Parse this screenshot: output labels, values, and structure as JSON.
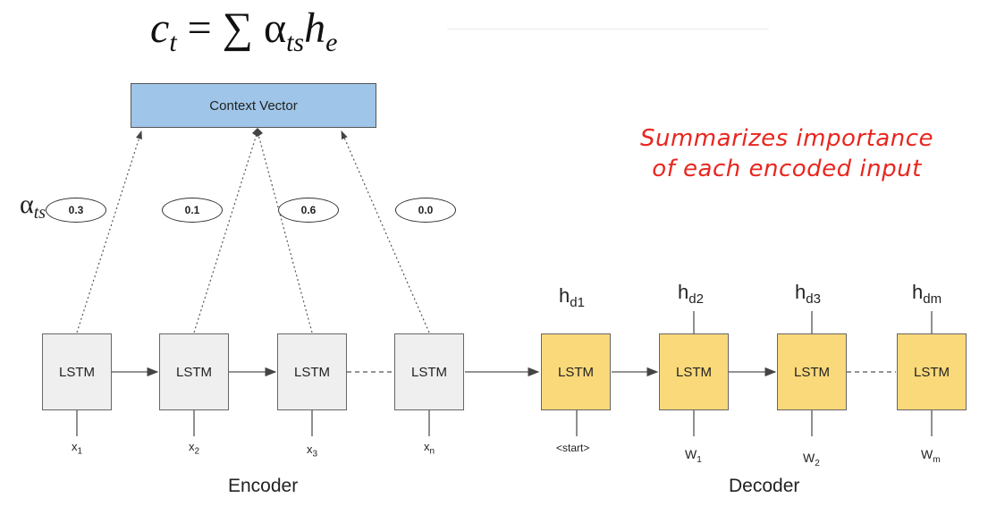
{
  "formula": {
    "lhs": "c",
    "lhs_sub": "t",
    "eq": "= ∑ α",
    "alpha_sub": "ts",
    "h": "h",
    "h_sub": "e"
  },
  "context_vector": {
    "label": "Context Vector"
  },
  "alpha_label": {
    "symbol": "α",
    "sub": "ts"
  },
  "weights": [
    "0.3",
    "0.1",
    "0.6",
    "0.0"
  ],
  "encoder": {
    "cells": [
      "LSTM",
      "LSTM",
      "LSTM",
      "LSTM"
    ],
    "inputs": [
      {
        "base": "x",
        "sub": "1"
      },
      {
        "base": "x",
        "sub": "2"
      },
      {
        "base": "x",
        "sub": "3"
      },
      {
        "base": "x",
        "sub": "n"
      }
    ],
    "label": "Encoder"
  },
  "decoder": {
    "cells": [
      "LSTM",
      "LSTM",
      "LSTM",
      "LSTM"
    ],
    "inputs": [
      {
        "base": "<start>",
        "sub": ""
      },
      {
        "base": "W",
        "sub": "1"
      },
      {
        "base": "W",
        "sub": "2"
      },
      {
        "base": "W",
        "sub": "m"
      }
    ],
    "outputs": [
      {
        "base": "h",
        "sub": "d1"
      },
      {
        "base": "h",
        "sub": "d2"
      },
      {
        "base": "h",
        "sub": "d3"
      },
      {
        "base": "h",
        "sub": "dm"
      }
    ],
    "label": "Decoder"
  },
  "annotation": {
    "line1": "Summarizes importance",
    "line2": "of each encoded input"
  },
  "colors": {
    "context_fill": "#9fc5e8",
    "encoder_fill": "#efefef",
    "decoder_fill": "#fad97a",
    "annotation": "#e8261e"
  }
}
